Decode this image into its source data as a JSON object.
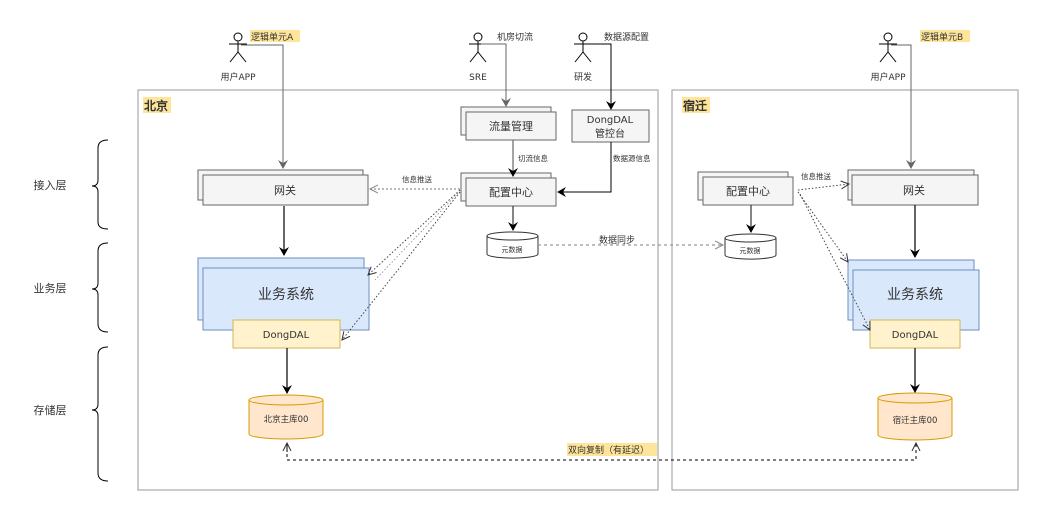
{
  "layers": [
    {
      "label": "接入层"
    },
    {
      "label": "业务层"
    },
    {
      "label": "存储层"
    }
  ],
  "actors": {
    "user_a": {
      "name": "用户APP",
      "tag": "逻辑单元A"
    },
    "sre": {
      "name": "SRE",
      "tag": "机房切流"
    },
    "dev": {
      "name": "研发",
      "tag": "数据源配置"
    },
    "user_b": {
      "name": "用户APP",
      "tag": "逻辑单元B"
    }
  },
  "regions": {
    "beijing": {
      "title": "北京",
      "gateway": "网关",
      "business": "业务系统",
      "dongdal": "DongDAL",
      "traffic_mgmt": "流量管理",
      "console_line1": "DongDAL",
      "console_line2": "管控台",
      "config_center": "配置中心",
      "metadata": "元数据",
      "db": "北京主库00",
      "edge_switch_info": "切流信息",
      "edge_ds_info": "数据源信息",
      "edge_push": "信息推送"
    },
    "suqian": {
      "title": "宿迁",
      "gateway": "网关",
      "business": "业务系统",
      "dongdal": "DongDAL",
      "config_center": "配置中心",
      "metadata": "元数据",
      "db": "宿迁主库00",
      "edge_push": "信息推送"
    }
  },
  "links": {
    "data_sync": "数据同步",
    "replication": "双向复制（有延迟）"
  },
  "colors": {
    "highlight": "#ffe599",
    "business_fill": "#dae8fc",
    "business_stroke": "#6c8ebf",
    "dal_fill": "#fff2cc",
    "dal_stroke": "#d6b656",
    "db_fill": "#ffe6cc",
    "db_stroke": "#d79b00",
    "box_fill": "#f5f5f5",
    "box_stroke": "#666666"
  }
}
